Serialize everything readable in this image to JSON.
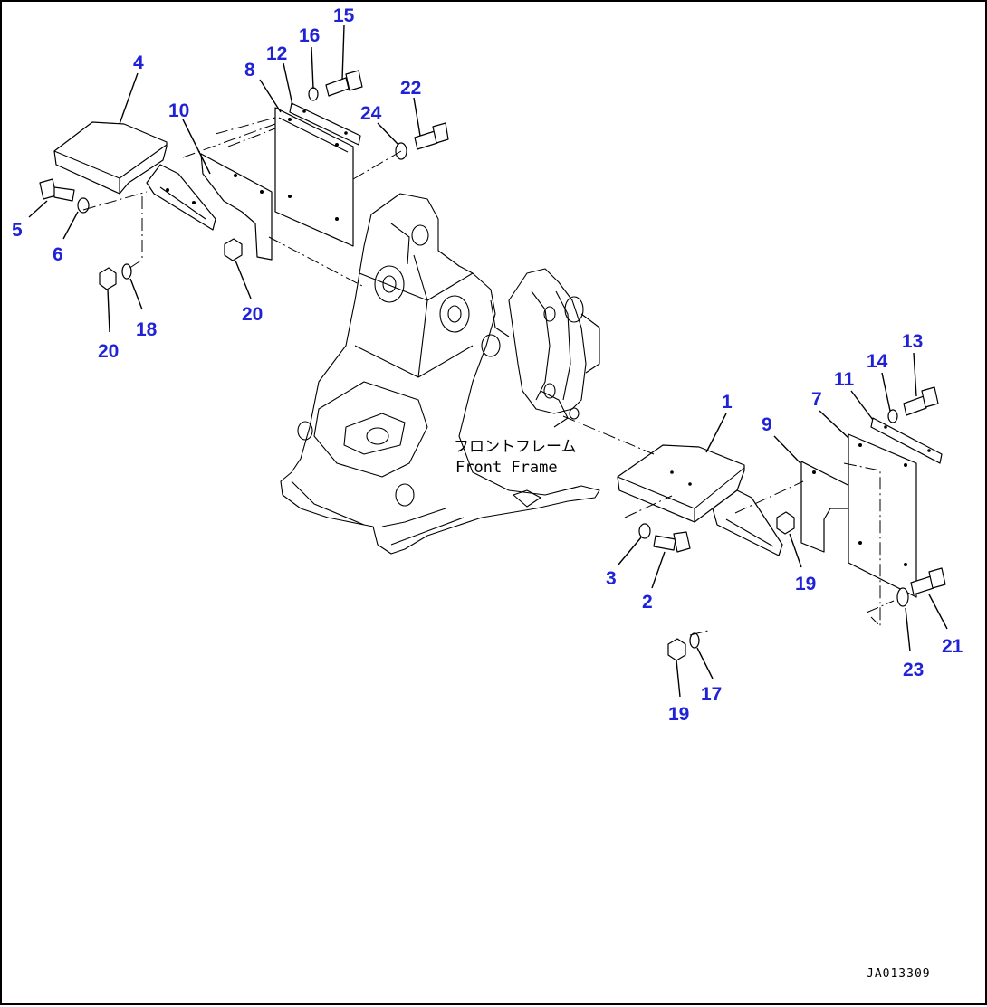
{
  "frame_label": {
    "japanese": "フロントフレーム",
    "english": "Front Frame"
  },
  "drawing_code": "JA013309",
  "part_numbers": {
    "p1": "1",
    "p2": "2",
    "p3": "3",
    "p4": "4",
    "p5": "5",
    "p6": "6",
    "p7": "7",
    "p8": "8",
    "p9": "9",
    "p10": "10",
    "p11": "11",
    "p12": "12",
    "p13": "13",
    "p14": "14",
    "p15": "15",
    "p16": "16",
    "p17": "17",
    "p18": "18",
    "p19a": "19",
    "p19b": "19",
    "p20a": "20",
    "p20b": "20",
    "p21": "21",
    "p22": "22",
    "p23": "23",
    "p24": "24"
  },
  "colors": {
    "callout": "#1f22d6",
    "line": "#000000",
    "background": "#ffffff"
  }
}
